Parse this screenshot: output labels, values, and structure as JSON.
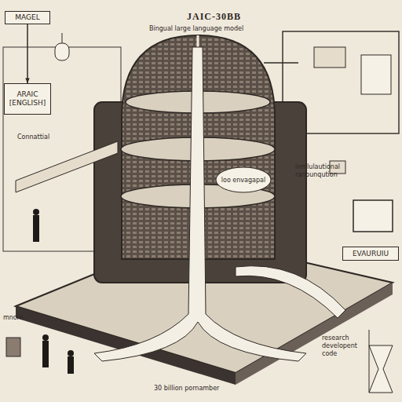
{
  "diagram": {
    "title": "JAIC-30BB",
    "nodes": [
      {
        "text": [
          "MAGEL"
        ]
      },
      {
        "text": [
          "ARAIC",
          "[ENGLISH]"
        ]
      },
      {
        "text": [
          "loo envagapal"
        ]
      },
      {
        "text": [
          "EVAURUIU"
        ]
      }
    ],
    "edges": [
      {
        "from": 0,
        "to": 1,
        "arrow": "to"
      }
    ],
    "labels": [
      "Bingual large language model",
      "Connattial",
      "inmlulautional ranounqution",
      "mncre",
      "30 billion pornamber",
      "research developent code"
    ]
  }
}
